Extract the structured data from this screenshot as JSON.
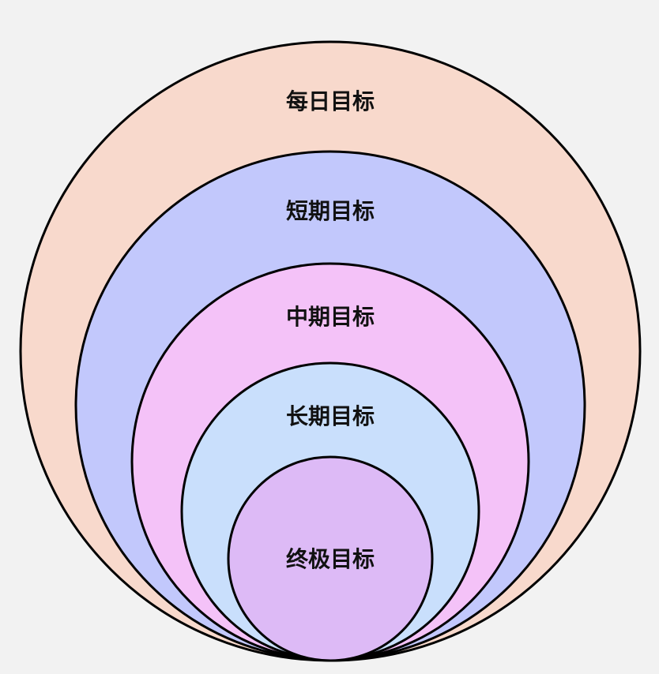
{
  "diagram": {
    "background": "#f2f2f2",
    "stroke_color": "#000000",
    "rings": [
      {
        "id": "daily",
        "label": "每日目标",
        "fill": "#f8d9cc"
      },
      {
        "id": "short",
        "label": "短期目标",
        "fill": "#c2c8fc"
      },
      {
        "id": "mid",
        "label": "中期目标",
        "fill": "#f4c2f8"
      },
      {
        "id": "long",
        "label": "长期目标",
        "fill": "#c9dffc"
      },
      {
        "id": "ultimate",
        "label": "终极目标",
        "fill": "#ddbaf6"
      }
    ]
  }
}
